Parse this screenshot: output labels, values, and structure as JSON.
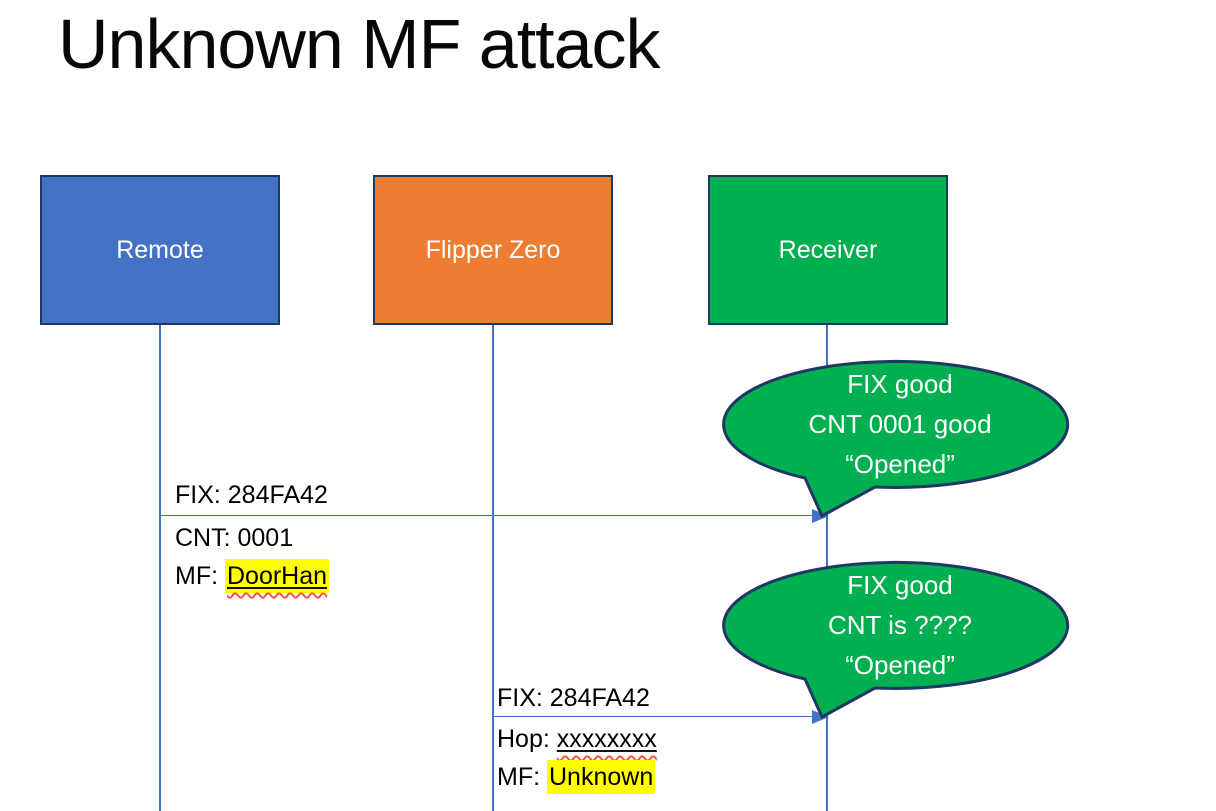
{
  "title": "Unknown MF attack",
  "actors": [
    {
      "label": "Remote"
    },
    {
      "label": "Flipper Zero"
    },
    {
      "label": "Receiver"
    }
  ],
  "messages": [
    {
      "above": "FIX: 284FA42",
      "lines": [
        {
          "prefix": "CNT: ",
          "value": "0001"
        },
        {
          "prefix": "MF: ",
          "value": "DoorHan"
        }
      ]
    },
    {
      "above": "FIX: 284FA42",
      "lines": [
        {
          "prefix": "Hop: ",
          "value": "xxxxxxxx"
        },
        {
          "prefix": "MF: ",
          "value": "Unknown"
        }
      ]
    }
  ],
  "callouts": [
    {
      "lines": [
        "FIX good",
        "CNT 0001 good",
        "“Opened”"
      ]
    },
    {
      "lines": [
        "FIX good",
        "CNT is ????",
        "“Opened”"
      ]
    }
  ],
  "colors": {
    "actor_remote_fill": "#4472C4",
    "actor_flipper_fill": "#ED7D31",
    "actor_receiver_fill": "#00B050",
    "shape_outline": "#1F3864",
    "callout_fill": "#00B050",
    "arrow_blue": "#4472C4",
    "highlight_yellow": "#FFFF00",
    "squiggle_red": "#FF5340",
    "text_on_fill": "#FFFFFF",
    "text_black": "#000000"
  }
}
